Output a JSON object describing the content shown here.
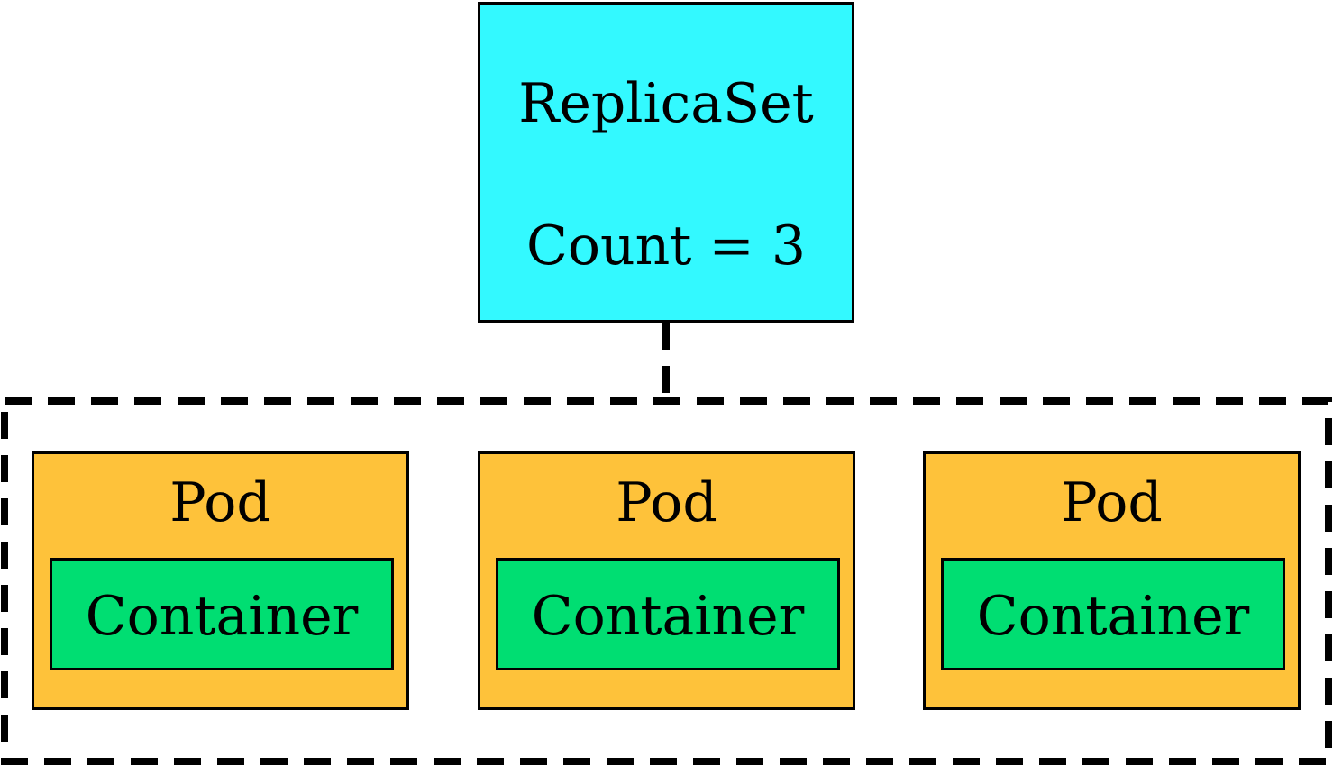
{
  "replicaset": {
    "title": "ReplicaSet",
    "count_label": "Count = 3"
  },
  "pods": [
    {
      "label": "Pod",
      "container_label": "Container"
    },
    {
      "label": "Pod",
      "container_label": "Container"
    },
    {
      "label": "Pod",
      "container_label": "Container"
    }
  ],
  "colors": {
    "replicaset_fill": "#33f9ff",
    "pod_fill": "#fec23a",
    "container_fill": "#00de72",
    "stroke": "#000000"
  }
}
